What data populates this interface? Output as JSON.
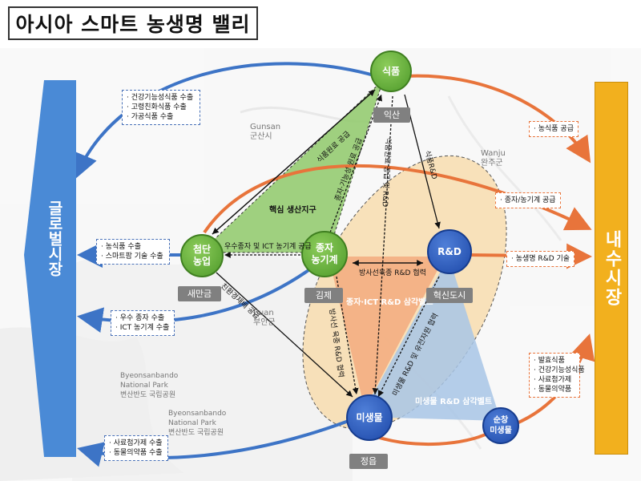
{
  "title": "아시아 스마트 농생명 밸리",
  "left_market": "글로벌시장",
  "right_market": "내수시장",
  "nodes": {
    "food": {
      "label": "식품",
      "location": "익산"
    },
    "cutting_edge": {
      "label": "첨단\n농업",
      "location": "새만금"
    },
    "seed": {
      "label": "종자\n농기계",
      "location": "김제"
    },
    "rnd": {
      "label": "R&D",
      "location": "혁신도시"
    },
    "microbe": {
      "label": "미생물",
      "location": "정읍"
    },
    "sunchang": {
      "label": "순창\n미생물",
      "location": ""
    }
  },
  "global_notes": {
    "top": [
      "건강기능성식품 수출",
      "고령친화식품 수출",
      "가공식품 수출"
    ],
    "middle": [
      "농식품 수출",
      "스마트팜 기술 수출"
    ],
    "lower": [
      "우수 종자 수출",
      "ICT 농기계 수출"
    ],
    "bottom": [
      "사료첨가제 수출",
      "동물의약품 수출"
    ]
  },
  "domestic_notes": {
    "top": "농식품 공급",
    "middle": "종자/농기계 공급",
    "rnd": "농생명 R&D 기술",
    "bottom": [
      "발효식품",
      "건강기능성식품",
      "사료첨가제",
      "동물의약품"
    ]
  },
  "links": {
    "food_cutting": "식품원료 공급",
    "seed_food": "종자·기능성 원료 공급",
    "food_rnd": "식품R&D",
    "microbe_food": "식품원료 공급 및 R&D",
    "seed_cutting": "우수종자 및 ICT 농기계 공급",
    "cutting_microbe": "친환경재배 공급",
    "seed_rnd": "방사선육종 R&D 협력",
    "seed_microbe": "방사선 육종 R&D 협력",
    "rnd_microbe": "미생물 R&D 및 유전자원 협력"
  },
  "zones": {
    "green": "핵심 생산지구",
    "orange": "종자·ICT R&D 삼각벨트",
    "blue": "미생물 R&D 삼각벨트"
  },
  "map_labels": {
    "gunsan": [
      "Gunsan",
      "군산시"
    ],
    "wanju": [
      "Wanju",
      "완주군"
    ],
    "buan": [
      "Buan",
      "부안군"
    ],
    "park1": [
      "Byeonsanbando",
      "National Park",
      "변산반도 국립공원"
    ],
    "park2": [
      "Byeonsanbando",
      "National Park",
      "변산반도 국립공원"
    ]
  },
  "colors": {
    "green": "#5aa832",
    "blue": "#2a58b8",
    "orange": "#e8743b",
    "gold": "#f2b01e",
    "arrow_blue": "#4a8ad6"
  }
}
